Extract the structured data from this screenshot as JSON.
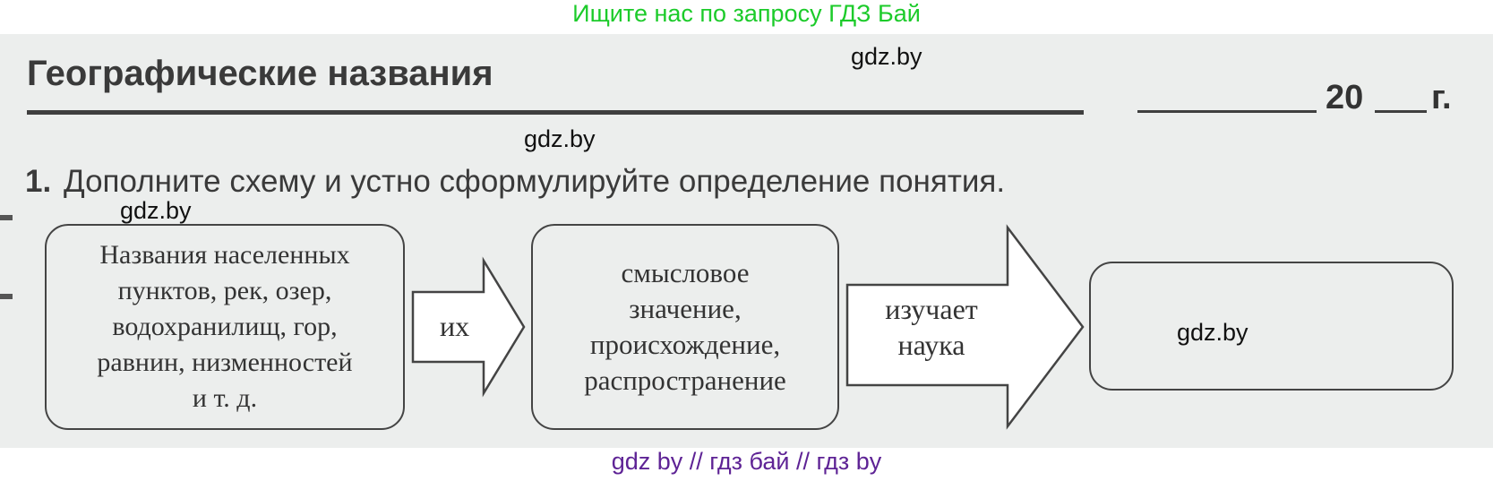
{
  "banner_top": "Ищите нас по запросу ГДЗ Бай",
  "title": "Географические названия",
  "date": {
    "year_prefix": "20",
    "suffix": "г."
  },
  "watermark": "gdz.by",
  "task": {
    "number": "1.",
    "text": "Дополните схему и устно сформулируйте определение понятия."
  },
  "scheme": {
    "box1": [
      "Названия населенных",
      "пунктов, рек, озер,",
      "водохранилищ, гор,",
      "равнин, низменностей",
      "и т. д."
    ],
    "arrow1_label": "их",
    "box2": [
      "смысловое",
      "значение,",
      "происхождение,",
      "распространение"
    ],
    "arrow2_label": [
      "изучает",
      "наука"
    ],
    "box3": ""
  },
  "banner_bottom": "gdz by  //  гдз бай  //  гдз by"
}
